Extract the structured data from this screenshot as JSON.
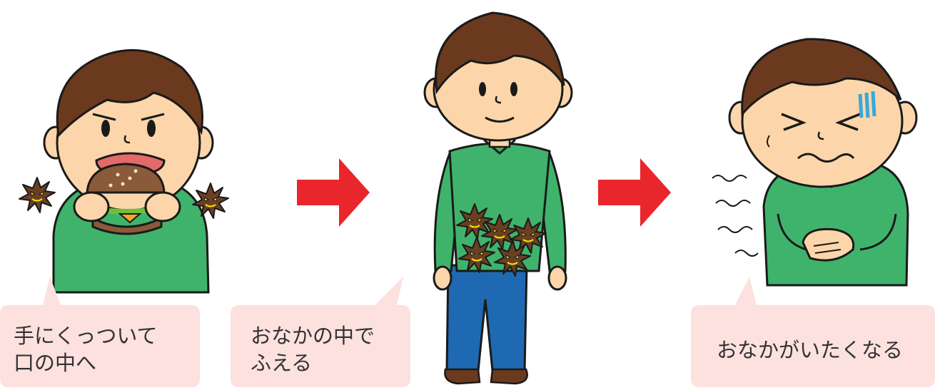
{
  "captions": {
    "step1_line1": "手にくっついて",
    "step1_line2": "口の中へ",
    "step2_line1": "おなかの中で",
    "step2_line2": "ふえる",
    "step3": "おなかがいたくなる"
  },
  "colors": {
    "bubble": "#fce1df",
    "arrow": "#e8262c",
    "skin": "#fcd6aa",
    "hair": "#6b3a1e",
    "shirt": "#3fb36b",
    "pants": "#1f69b3",
    "germ": "#6a3f24",
    "burger_bun": "#8a5a3a",
    "sweat": "#39a7dc"
  },
  "icons": [
    "germ-icon",
    "arrow-right-icon",
    "hamburger-icon",
    "sweat-mark-icon"
  ]
}
